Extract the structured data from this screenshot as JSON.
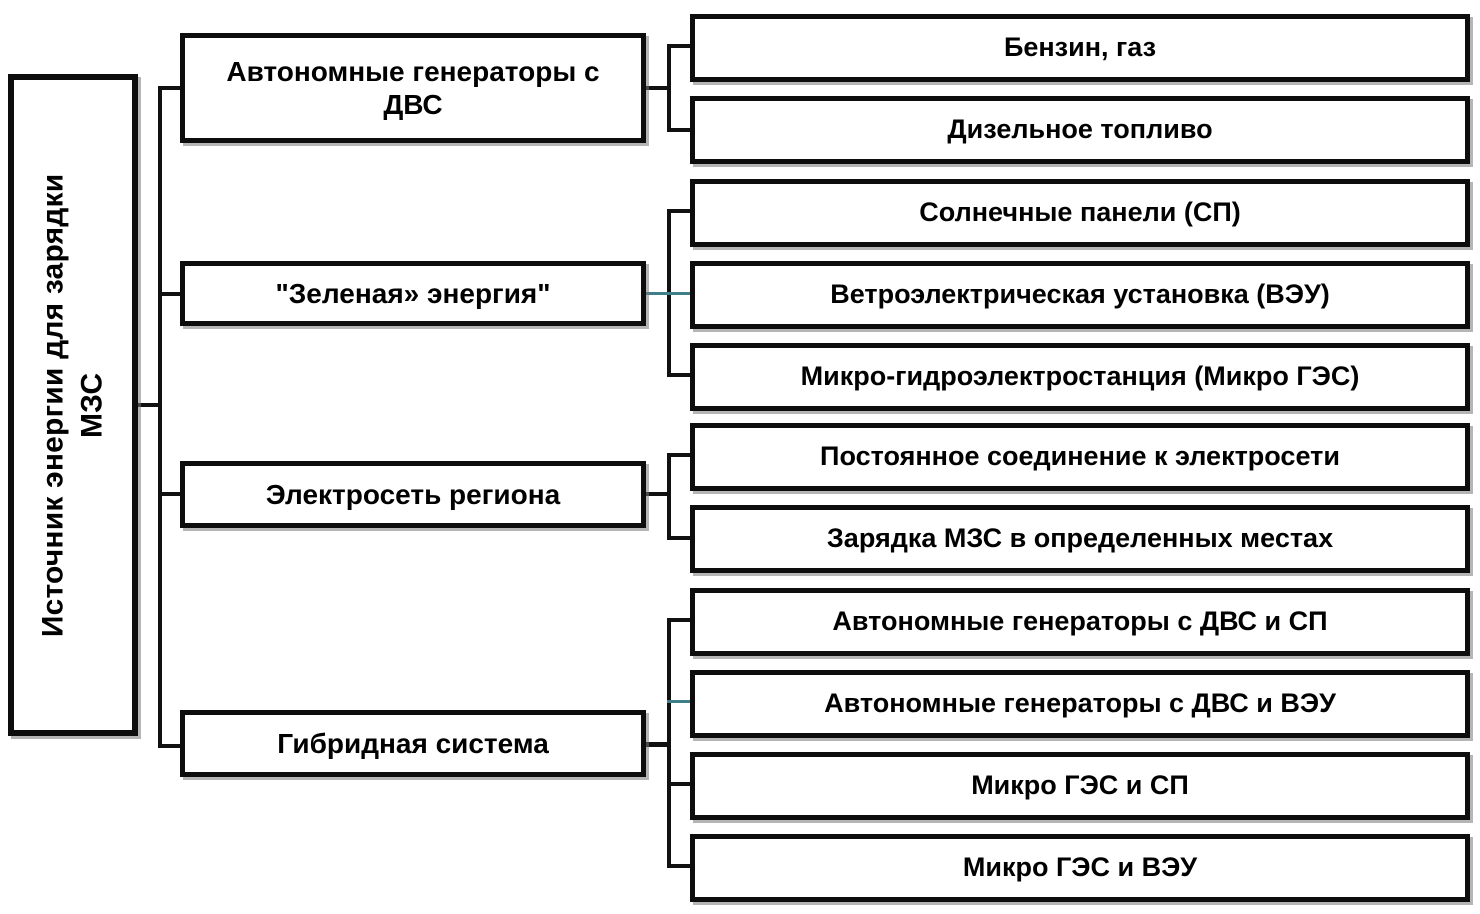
{
  "diagram": {
    "title_lines": [
      "Источник энергии для зарядки",
      "МЗС"
    ],
    "root": {
      "label_line1": "Источник энергии для зарядки",
      "label_line2": "МЗС"
    },
    "categories": [
      {
        "id": "ice-generators",
        "label": "Автономные генераторы с ДВС",
        "children": [
          {
            "id": "petrol-gas",
            "label": "Бензин, газ"
          },
          {
            "id": "diesel-fuel",
            "label": "Дизельное топливо"
          }
        ]
      },
      {
        "id": "green-energy",
        "label": "\"Зеленая» энергия\"",
        "children": [
          {
            "id": "solar-panels",
            "label": "Солнечные панели (СП)"
          },
          {
            "id": "wind-turbine",
            "label": "Ветроэлектрическая установка (ВЭУ)"
          },
          {
            "id": "micro-hydro",
            "label": "Микро-гидроэлектростанция (Микро ГЭС)"
          }
        ]
      },
      {
        "id": "regional-grid",
        "label": "Электросеть региона",
        "children": [
          {
            "id": "permanent-grid-connection",
            "label": "Постоянное соединение к электросети"
          },
          {
            "id": "charging-at-locations",
            "label": "Зарядка МЗС в определенных местах"
          }
        ]
      },
      {
        "id": "hybrid-system",
        "label": "Гибридная система",
        "children": [
          {
            "id": "ice-and-solar",
            "label": "Автономные генераторы с ДВС и СП"
          },
          {
            "id": "ice-and-wind",
            "label": "Автономные генераторы с ДВС и ВЭУ"
          },
          {
            "id": "hydro-and-solar",
            "label": "Микро ГЭС и СП"
          },
          {
            "id": "hydro-and-wind",
            "label": "Микро ГЭС и ВЭУ"
          }
        ]
      }
    ],
    "colors": {
      "stroke": "#0d0d0d",
      "accent_connector": "#3f7f8c",
      "background": "#ffffff",
      "text": "#000000"
    }
  }
}
